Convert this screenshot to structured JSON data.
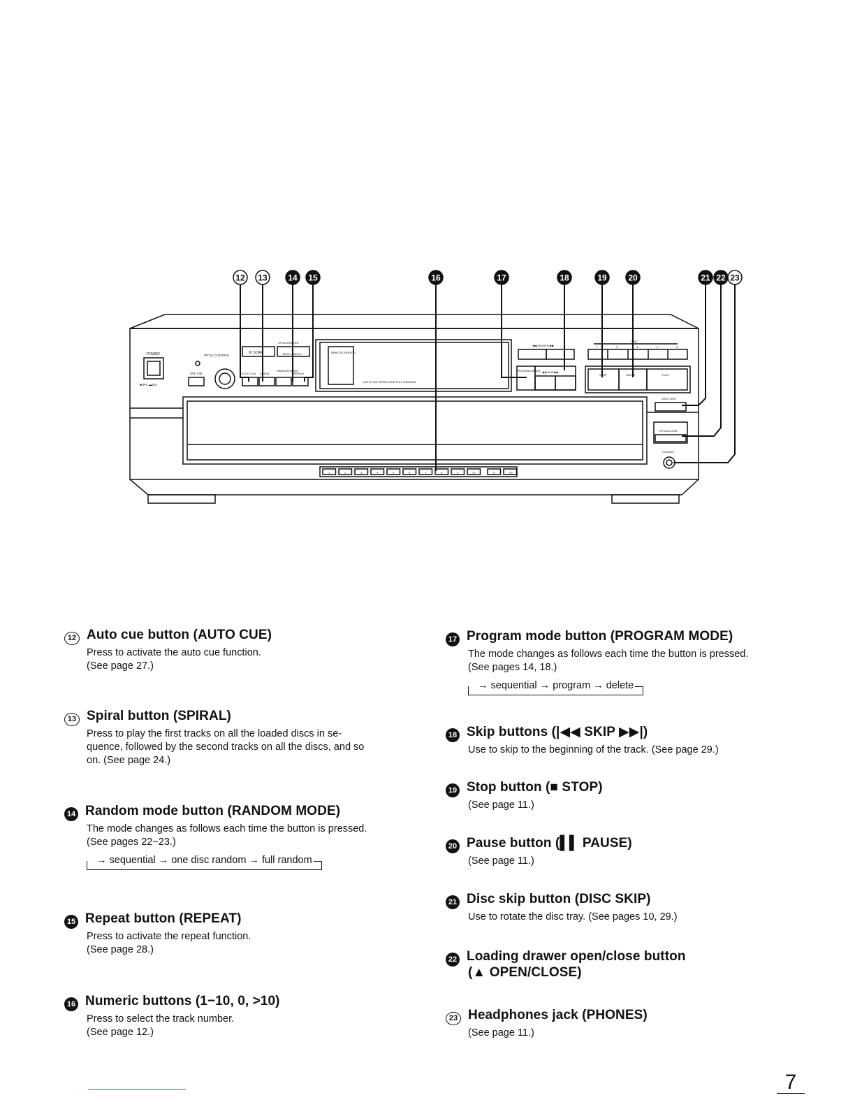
{
  "diagram": {
    "callouts": [
      "12",
      "13",
      "14",
      "15",
      "16",
      "17",
      "18",
      "19",
      "20",
      "21",
      "22",
      "23"
    ],
    "panel_labels": {
      "power": "POWER",
      "power_state": "■OFF  ▬ON",
      "pitch_control": "PITCH CONTROL",
      "off_on": "OFF  ON",
      "id_scan": "ID SCAN",
      "synchro_edit": "SYNCHRO EDIT",
      "tape_length": "TAPE LENGTH",
      "auto_cue": "AUTO CUE",
      "spiral": "SPIRAL",
      "random_mode": "RANDOM MODE",
      "repeat": "REPEAT",
      "remote_sensor": "REMOTE SENSOR",
      "display_indicators": "AUTO CUE   SPIRAL   ONE  FULL  RANDOM",
      "search": "◀◀ SEARCH ▶▶",
      "program_mode": "PROGRAM MODE",
      "skip": "◀◀ SKIP ▶▶",
      "disc": "DISC",
      "disc_numbers": [
        "1",
        "2",
        "3",
        "4",
        "5"
      ],
      "stop": "STOP",
      "pause": "PAUSE",
      "play": "PLAY",
      "disc_skip": "DISC SKIP",
      "open_close": "OPEN/CLOSE",
      "phones": "PHONES",
      "numeric_keys": [
        "1",
        "2",
        "3",
        "4",
        "5",
        "6",
        "7",
        "8",
        "9",
        "10",
        "0",
        ">10"
      ]
    }
  },
  "items": [
    {
      "num": "12",
      "style": "outline",
      "title": "Auto cue button (AUTO CUE)",
      "desc": [
        "Press to activate the auto cue function.",
        "(See page 27.)"
      ]
    },
    {
      "num": "13",
      "style": "outline",
      "title": "Spiral button (SPIRAL)",
      "desc": [
        "Press to play the first tracks on all the loaded discs in se-",
        "quence, followed by the second tracks on all the discs, and so",
        "on. (See page 24.)"
      ]
    },
    {
      "num": "14",
      "style": "solid",
      "title": "Random mode button (RANDOM MODE)",
      "desc": [
        "The mode changes as follows each time the button is pressed.",
        "(See pages 22−23.)"
      ],
      "cycle": "→ sequential → one disc random → full random"
    },
    {
      "num": "15",
      "style": "solid",
      "title": "Repeat button (REPEAT)",
      "desc": [
        "Press to activate the repeat function.",
        "(See page 28.)"
      ]
    },
    {
      "num": "16",
      "style": "solid",
      "title": "Numeric buttons (1−10, 0, >10)",
      "desc": [
        "Press to select the track number.",
        "(See page 12.)"
      ]
    },
    {
      "num": "17",
      "style": "solid",
      "title": "Program mode button (PROGRAM MODE)",
      "desc": [
        "The mode changes as follows each time the button is pressed.",
        "(See pages 14, 18.)"
      ],
      "cycle": "→ sequential → program → delete"
    },
    {
      "num": "18",
      "style": "solid",
      "title": "Skip buttons (|◀◀ SKIP ▶▶|)",
      "desc": [
        "Use to skip to the beginning of the track. (See page 29.)"
      ]
    },
    {
      "num": "19",
      "style": "solid",
      "title": "Stop button (■ STOP)",
      "desc": [
        "(See page 11.)"
      ]
    },
    {
      "num": "20",
      "style": "solid",
      "title": "Pause button (▌▌ PAUSE)",
      "desc": [
        "(See page 11.)"
      ]
    },
    {
      "num": "21",
      "style": "solid",
      "title": "Disc skip button (DISC SKIP)",
      "desc": [
        "Use to rotate the disc tray. (See pages 10, 29.)"
      ]
    },
    {
      "num": "22",
      "style": "solid",
      "title": "Loading drawer open/close button",
      "title2": "(▲ OPEN/CLOSE)",
      "desc": []
    },
    {
      "num": "23",
      "style": "outline",
      "title": "Headphones jack (PHONES)",
      "desc": [
        "(See page 11.)"
      ]
    }
  ],
  "page_number": "7"
}
